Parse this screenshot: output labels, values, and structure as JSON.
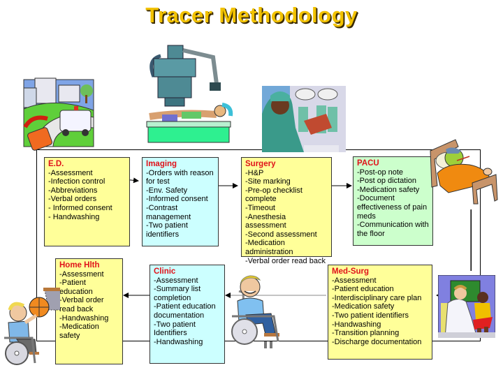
{
  "title": "Tracer Methodology",
  "colors": {
    "title": "#f2c200",
    "heading_text": "#e0121a",
    "yellow_box": "#ffff99",
    "cyan_box": "#ccffff",
    "green_box": "#ccffcc"
  },
  "boxes": {
    "ed": {
      "heading": "E.D.",
      "items": [
        "-Assessment",
        "-Infection control",
        "-Abbreviations",
        "-Verbal orders",
        "- Informed consent",
        "- Handwashing"
      ]
    },
    "imaging": {
      "heading": "Imaging",
      "items": [
        "-Orders with reason for test",
        "-Env. Safety",
        "-Informed consent",
        "-Contrast management",
        "-Two patient identifiers"
      ]
    },
    "surgery": {
      "heading": "Surgery",
      "items": [
        "-H&P",
        "-Site marking",
        "-Pre-op checklist complete",
        "-Timeout",
        "-Anesthesia assessment",
        "-Second assessment",
        "-Medication administration",
        "-Verbal order read back"
      ]
    },
    "pacu": {
      "heading": "PACU",
      "items": [
        "-Post-op note",
        "-Post op dictation",
        "-Medication safety",
        "-Document effectiveness of pain meds",
        "-Communication with the floor"
      ]
    },
    "med_surg": {
      "heading": "Med-Surg",
      "items": [
        "-Assessment",
        "-Patient education",
        "-Interdisciplinary care plan",
        "-Medication safety",
        "-Two patient identifiers",
        "-Handwashing",
        "-Transition planning",
        "-Discharge documentation"
      ]
    },
    "clinic": {
      "heading": "Clinic",
      "items": [
        "-Assessment",
        "-Summary list completion",
        "-Patient education documentation",
        "-Two patient Identifiers",
        "-Handwashing"
      ]
    },
    "home_hlth": {
      "heading": "Home Hlth",
      "items": [
        "-Assessment",
        "-Patient education",
        "-Verbal order read back",
        "-Handwashing",
        "-Medication safety"
      ]
    }
  },
  "illustrations": [
    "ambulance-city-phone-icon",
    "x-ray-imaging-icon",
    "surgeon-operating-room-icon",
    "sick-patient-in-bed-icon",
    "doctor-with-child-icon",
    "boy-in-wheelchair-icon",
    "boy-wheelchair-basketball-icon"
  ]
}
